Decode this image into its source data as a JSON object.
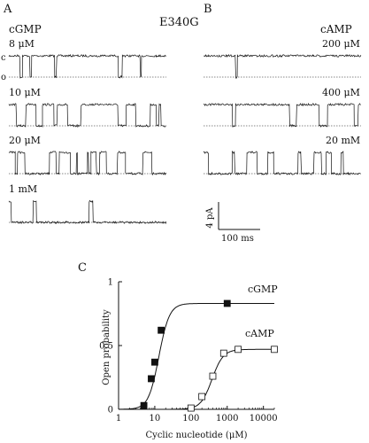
{
  "figure": {
    "panel_a_letter": "A",
    "panel_b_letter": "B",
    "panel_c_letter": "C",
    "mutant_label": "E340G",
    "panel_a_ligand": "cGMP",
    "panel_b_ligand": "cAMP",
    "closed_marker": "c",
    "open_marker": "o",
    "scale_current": "4 pA",
    "scale_time": "100 ms"
  },
  "traces": {
    "cgmp": [
      {
        "conc": "8 μM",
        "open_fraction": 0.15
      },
      {
        "conc": "10 μM",
        "open_fraction": 0.45
      },
      {
        "conc": "20 μM",
        "open_fraction": 0.6
      },
      {
        "conc": "1 mM",
        "open_fraction": 0.85
      }
    ],
    "camp": [
      {
        "conc": "200 μM",
        "open_fraction": 0.05
      },
      {
        "conc": "400 μM",
        "open_fraction": 0.25
      },
      {
        "conc": "20 mM",
        "open_fraction": 0.5
      }
    ]
  },
  "chart_data": {
    "type": "scatter",
    "title": "",
    "xlabel": "Cyclic nucleotide (μM)",
    "ylabel": "Open probability",
    "xscale": "log",
    "xlim": [
      1,
      20000
    ],
    "ylim": [
      0,
      1
    ],
    "x_ticks": [
      "1",
      "10",
      "100",
      "1000",
      "10000"
    ],
    "y_ticks": [
      "0",
      "0.5",
      "1"
    ],
    "series": [
      {
        "name": "cGMP",
        "marker": "filled-square",
        "x": [
          5,
          8,
          10,
          15,
          1000
        ],
        "y": [
          0.03,
          0.24,
          0.37,
          0.62,
          0.83
        ],
        "fit": {
          "max": 0.83,
          "k": 13,
          "n": 3.0
        }
      },
      {
        "name": "cAMP",
        "marker": "open-square",
        "x": [
          100,
          200,
          400,
          800,
          2000,
          20000
        ],
        "y": [
          0.01,
          0.1,
          0.26,
          0.44,
          0.47,
          0.47
        ],
        "fit": {
          "max": 0.47,
          "k": 380,
          "n": 2.8
        }
      }
    ],
    "grid": false,
    "legend": "inline labels"
  }
}
